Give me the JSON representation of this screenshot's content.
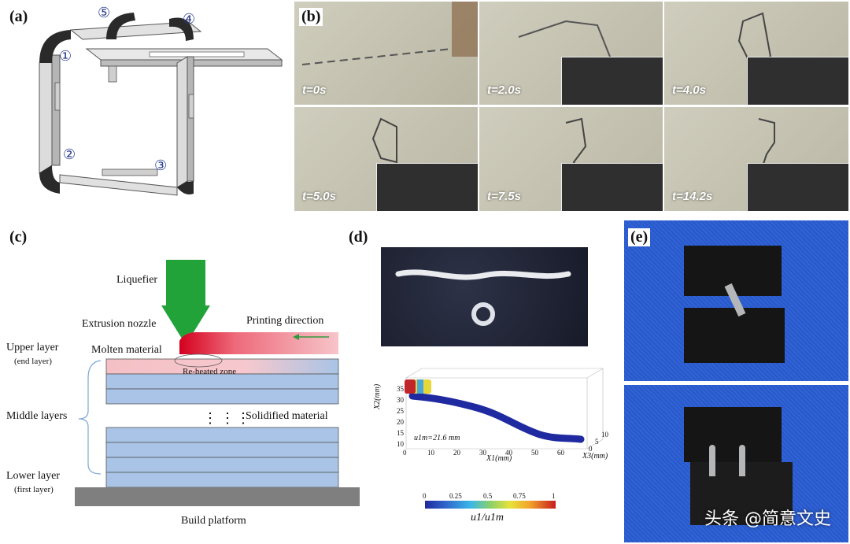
{
  "panels": {
    "a": {
      "label": "(a)",
      "markers": [
        "①",
        "②",
        "③",
        "④",
        "⑤"
      ]
    },
    "b": {
      "label": "(b)",
      "frames": [
        "t=0s",
        "t=2.0s",
        "t=4.0s",
        "t=5.0s",
        "t=7.5s",
        "t=14.2s"
      ]
    },
    "c": {
      "label": "(c)",
      "liquefier": "Liquefier",
      "nozzle": "Extrusion nozzle",
      "direction": "Printing direction",
      "upper_layer": "Upper layer",
      "upper_layer_sub": "(end layer)",
      "molten": "Molten material",
      "reheated": "Re-heated zone",
      "middle_layers": "Middle layers",
      "solidified": "Solidified material",
      "lower_layer": "Lower layer",
      "lower_layer_sub": "(first layer)",
      "platform": "Build platform"
    },
    "d": {
      "label": "(d)",
      "annotation": "u1m=21.6 mm",
      "y_axis": "X2(mm)",
      "x_axis": "X1(mm)",
      "z_axis": "X3(mm)",
      "y_ticks": [
        "35",
        "30",
        "25",
        "20",
        "15",
        "10"
      ],
      "x_ticks": [
        "0",
        "10",
        "20",
        "30",
        "40",
        "50",
        "60"
      ],
      "z_ticks": [
        "0",
        "5",
        "10"
      ],
      "colorbar_ticks": [
        "0",
        "0.25",
        "0.5",
        "0.75",
        "1"
      ],
      "colorbar_label": "u1/u1m"
    },
    "e": {
      "label": "(e)"
    }
  },
  "watermark": "头条 @简意文史"
}
